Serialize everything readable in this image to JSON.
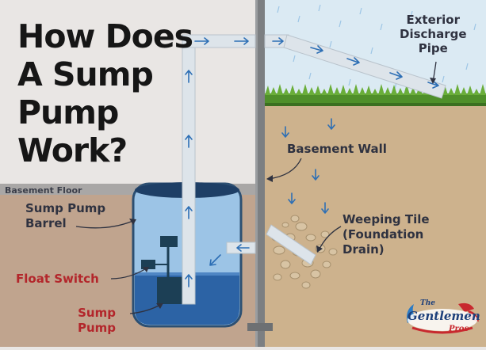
{
  "title_lines": [
    "How Does",
    "A Sump",
    "Pump",
    "Work?"
  ],
  "labels": {
    "exterior_discharge_pipe": [
      "Exterior",
      "Discharge",
      "Pipe"
    ],
    "basement_wall": "Basement Wall",
    "basement_floor": "Basement Floor",
    "sump_pump_barrel": [
      "Sump Pump",
      "Barrel"
    ],
    "weeping_tile": [
      "Weeping Tile",
      "(Foundation",
      "Drain)"
    ],
    "float_switch": "Float Switch",
    "sump_pump": [
      "Sump",
      "Pump"
    ]
  },
  "logo": {
    "line1": "The",
    "line2": "Gentlemen",
    "line3": "Pros"
  },
  "colors": {
    "interior_wall": "#e9e6e4",
    "interior_ground": "#c0a48e",
    "exterior_sky": "#dbeaf3",
    "exterior_ground": "#cdb28d",
    "grass": "#4f8f2a",
    "wall": "#7c7f82",
    "pipe": "#dde4ea",
    "arrow": "#2d6fb5",
    "water": "#2c63a5",
    "barrel": "#9cc4e6",
    "pump": "#1c3f55",
    "label_text": "#2f3240",
    "red_label": "#b3262b"
  }
}
